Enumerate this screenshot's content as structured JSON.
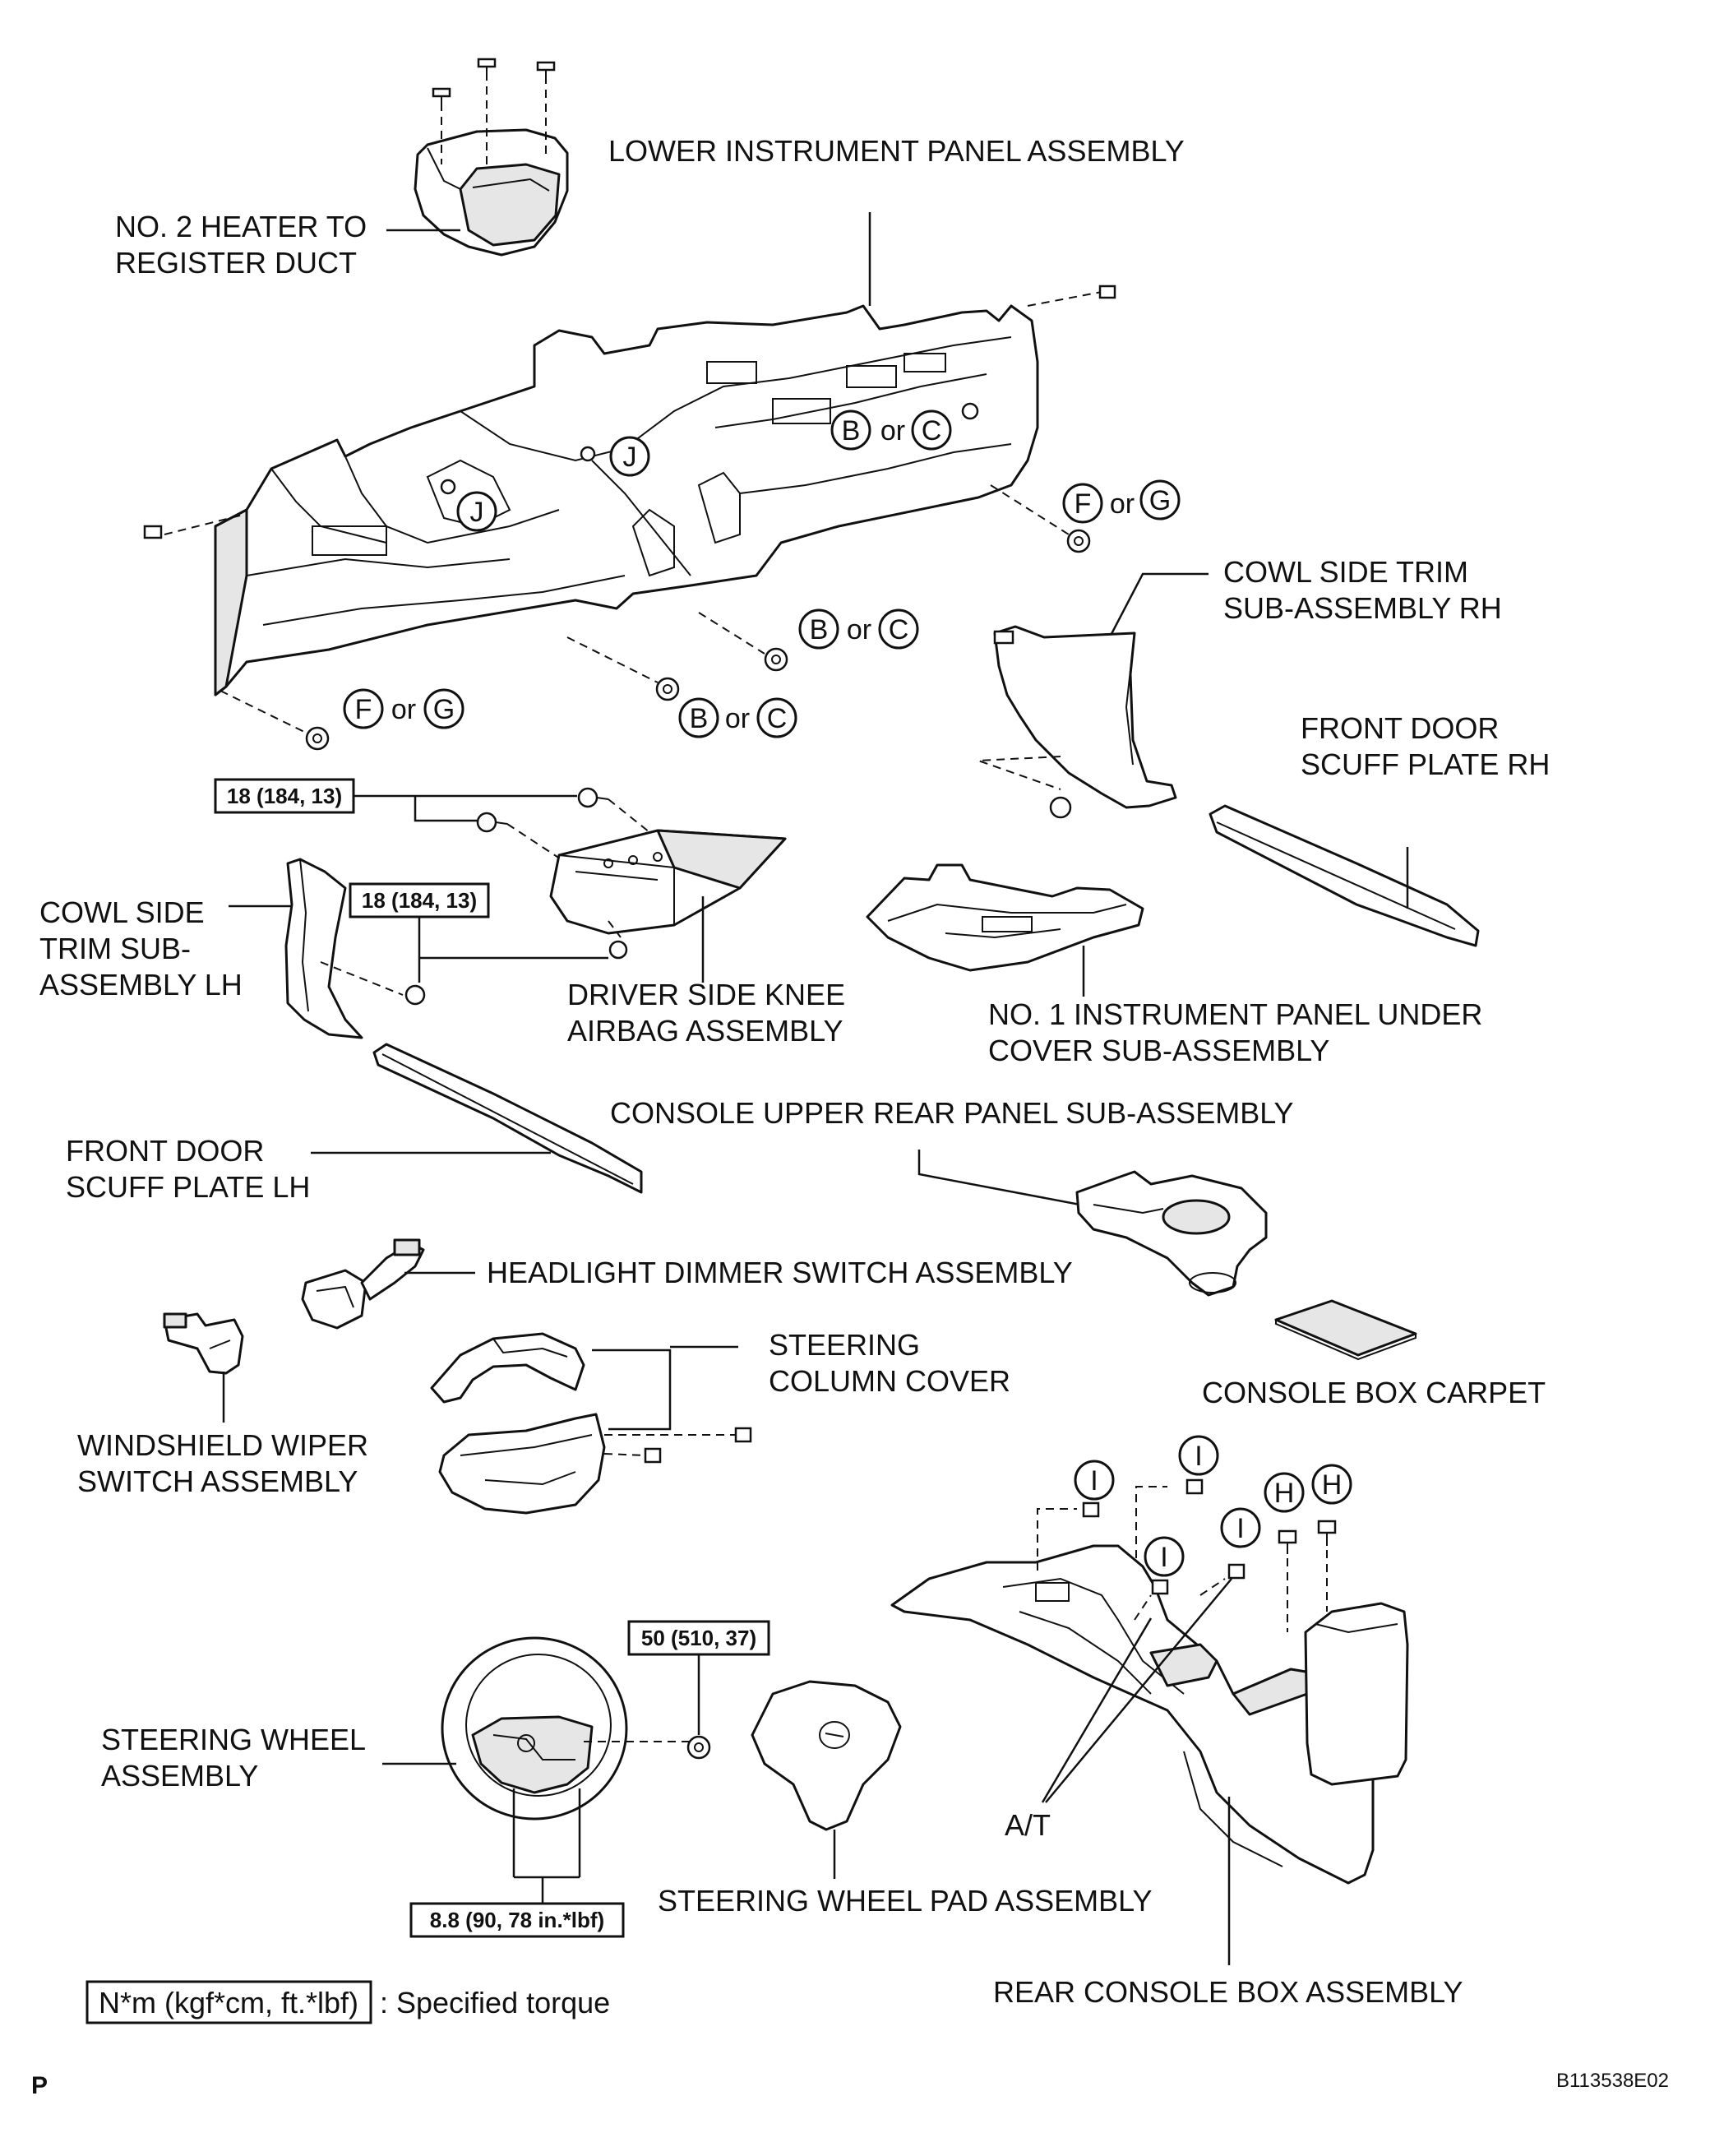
{
  "labels": {
    "lower_panel": "LOWER INSTRUMENT PANEL ASSEMBLY",
    "heater_duct_1": "NO. 2 HEATER TO",
    "heater_duct_2": "REGISTER DUCT",
    "cowl_rh_1": "COWL SIDE TRIM",
    "cowl_rh_2": "SUB-ASSEMBLY RH",
    "scuff_rh_1": "FRONT DOOR",
    "scuff_rh_2": "SCUFF PLATE RH",
    "cowl_lh_1": "COWL SIDE",
    "cowl_lh_2": "TRIM SUB-",
    "cowl_lh_3": "ASSEMBLY LH",
    "knee_airbag_1": "DRIVER SIDE KNEE",
    "knee_airbag_2": "AIRBAG ASSEMBLY",
    "under_cover_1": "NO. 1 INSTRUMENT PANEL UNDER",
    "under_cover_2": "COVER SUB-ASSEMBLY",
    "console_upper": "CONSOLE UPPER REAR PANEL SUB-ASSEMBLY",
    "scuff_lh_1": "FRONT DOOR",
    "scuff_lh_2": "SCUFF PLATE LH",
    "headlight_switch": "HEADLIGHT DIMMER SWITCH ASSEMBLY",
    "column_cover_1": "STEERING",
    "column_cover_2": "COLUMN COVER",
    "console_carpet": "CONSOLE BOX CARPET",
    "wiper_switch_1": "WINDSHIELD WIPER",
    "wiper_switch_2": "SWITCH ASSEMBLY",
    "steering_wheel_1": "STEERING WHEEL",
    "steering_wheel_2": "ASSEMBLY",
    "wheel_pad": "STEERING WHEEL PAD ASSEMBLY",
    "rear_console": "REAR CONSOLE BOX ASSEMBLY",
    "at_note": "A/T"
  },
  "fastener_codes": {
    "B": "B",
    "C": "C",
    "F": "F",
    "G": "G",
    "H": "H",
    "I": "I",
    "J": "J",
    "or": "or"
  },
  "torques": {
    "knee_top": "18 (184, 13)",
    "knee_bottom": "18 (184, 13)",
    "wheel_nut": "50 (510, 37)",
    "wheel_screws": "8.8 (90, 78 in.*lbf)"
  },
  "legend": {
    "unit": "N*m (kgf*cm, ft.*lbf)",
    "meaning": ": Specified torque"
  },
  "footer": {
    "page_mark": "P",
    "figure_id": "B113538E02"
  }
}
